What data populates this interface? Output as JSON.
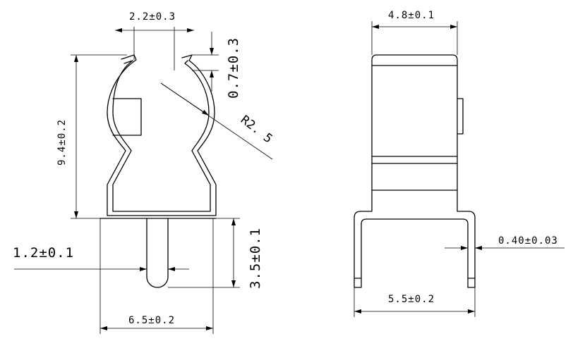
{
  "dimensions": {
    "width_top_gap": "2.2±0.3",
    "tab_height": "0.7±0.3",
    "radius": "R2. 5",
    "total_height": "9.4±0.2",
    "pin_diameter": "1.2±0.1",
    "pin_length": "3.5±0.1",
    "base_width": "6.5±0.2",
    "side_width": "4.8±0.1",
    "thickness": "0.40±0.03",
    "leg_span": "5.5±0.2"
  }
}
